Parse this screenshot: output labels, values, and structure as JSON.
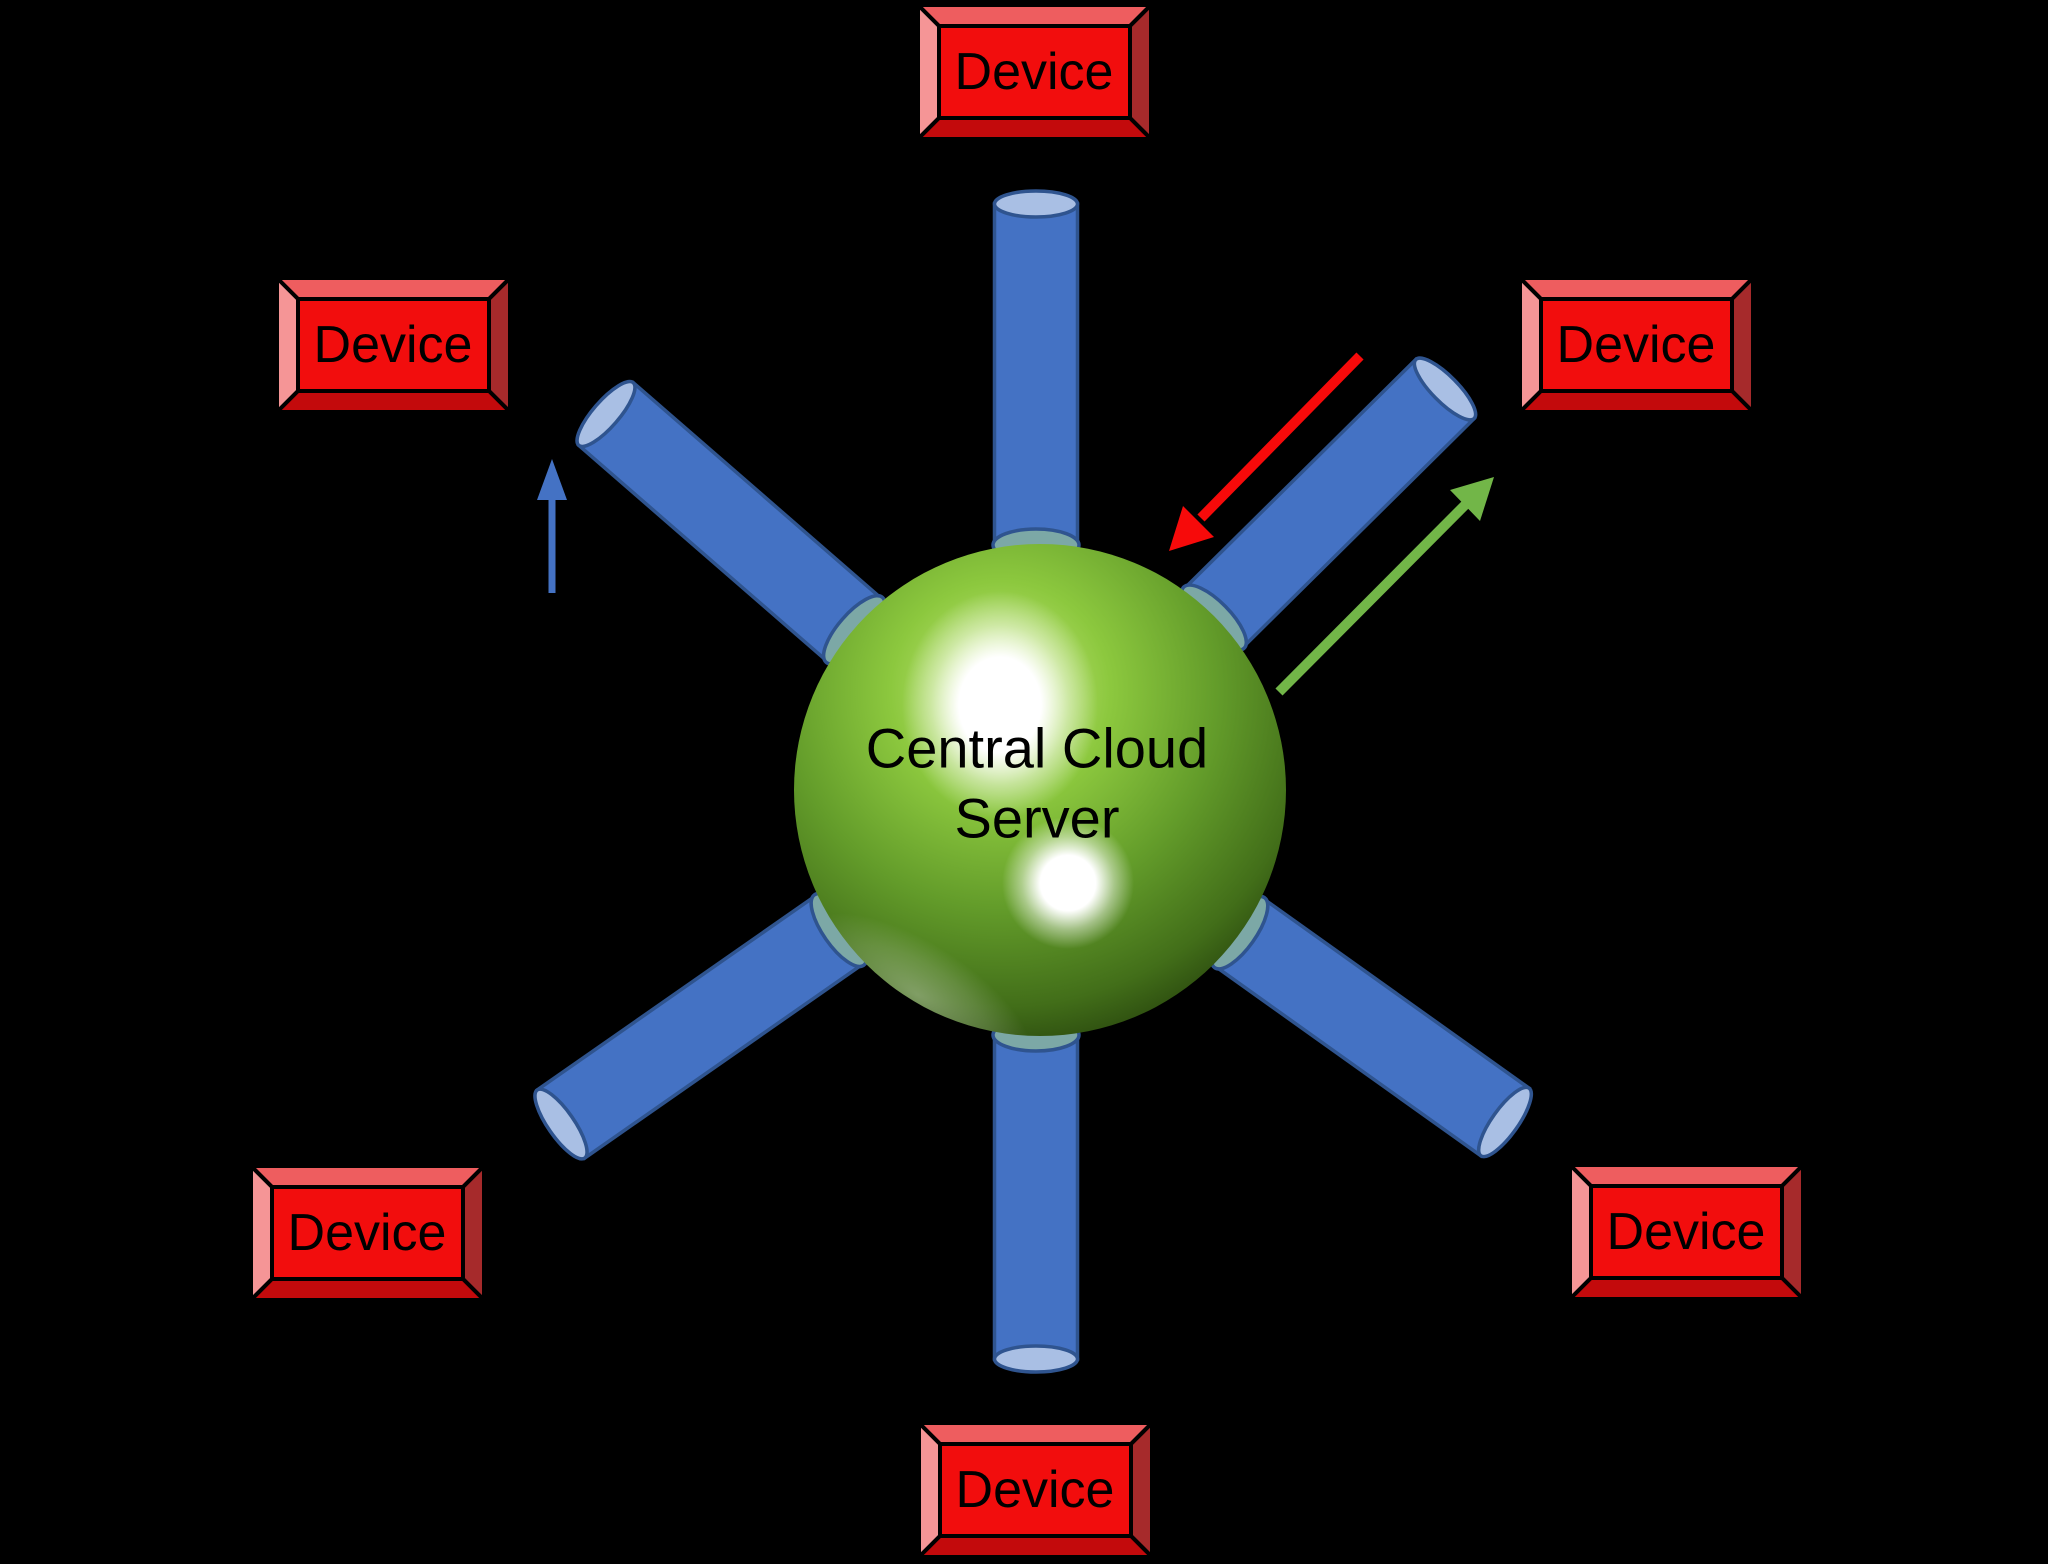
{
  "central_server": {
    "label_line1": "Central Cloud",
    "label_line2": "Server"
  },
  "devices": [
    {
      "label": "Device",
      "position": "top"
    },
    {
      "label": "Device",
      "position": "upper-left"
    },
    {
      "label": "Device",
      "position": "upper-right"
    },
    {
      "label": "Device",
      "position": "lower-left"
    },
    {
      "label": "Device",
      "position": "lower-right"
    },
    {
      "label": "Device",
      "position": "bottom"
    }
  ],
  "arrows": [
    {
      "name": "blue-up-arrow",
      "direction": "up"
    },
    {
      "name": "red-inbound-arrow",
      "direction": "toward-center"
    },
    {
      "name": "green-outbound-arrow",
      "direction": "away-from-center"
    }
  ],
  "colors": {
    "background": "#000000",
    "spoke_fill": "#4472C4",
    "spoke_outline": "#2F548F",
    "spoke_end_cap": "#A9BFE4",
    "spoke_base_cap": "#7CA8A6",
    "sphere_light": "#CDEC86",
    "sphere_mid": "#8CC83E",
    "sphere_base": "#639C2A",
    "sphere_dark": "#426E19",
    "sphere_edge": "#1E3609",
    "device_face": "#F20D0D",
    "device_bevel_top": "#EE5D5F",
    "device_bevel_left": "#F59596",
    "device_bevel_right": "#A62A2B",
    "device_bevel_bottom": "#C30A0C",
    "device_outline": "#000000",
    "arrow_up": "#4472C4",
    "arrow_inbound": "#F70A0A",
    "arrow_outbound": "#72B648",
    "label_text": "#000000"
  }
}
